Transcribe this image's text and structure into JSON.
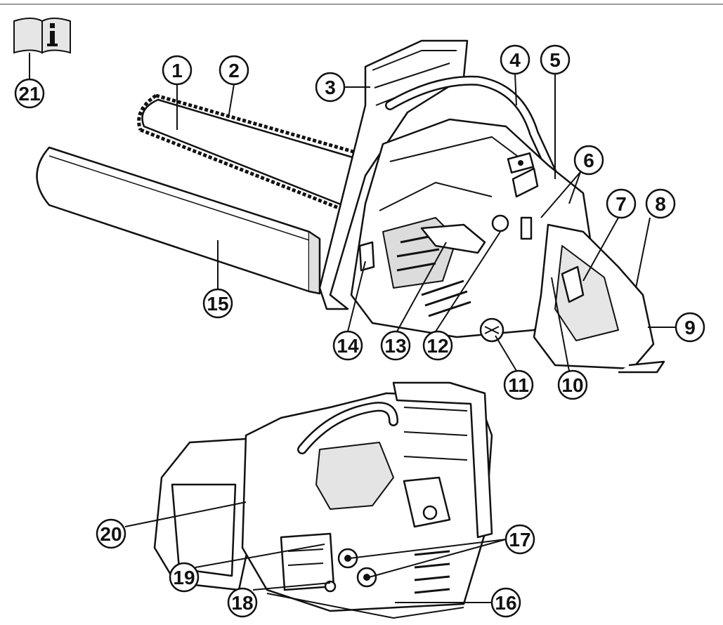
{
  "colors": {
    "line": "#111111",
    "background": "#ffffff",
    "rule": "#9a9a9a",
    "shade": "#cfcfcf"
  },
  "icons": {
    "manual": "manual-info-icon"
  },
  "callouts": {
    "c1": "1",
    "c2": "2",
    "c3": "3",
    "c4": "4",
    "c5": "5",
    "c6": "6",
    "c7": "7",
    "c8": "8",
    "c9": "9",
    "c10": "10",
    "c11": "11",
    "c12": "12",
    "c13": "13",
    "c14": "14",
    "c15": "15",
    "c16": "16",
    "c17": "17",
    "c18": "18",
    "c19": "19",
    "c20": "20",
    "c21": "21"
  }
}
